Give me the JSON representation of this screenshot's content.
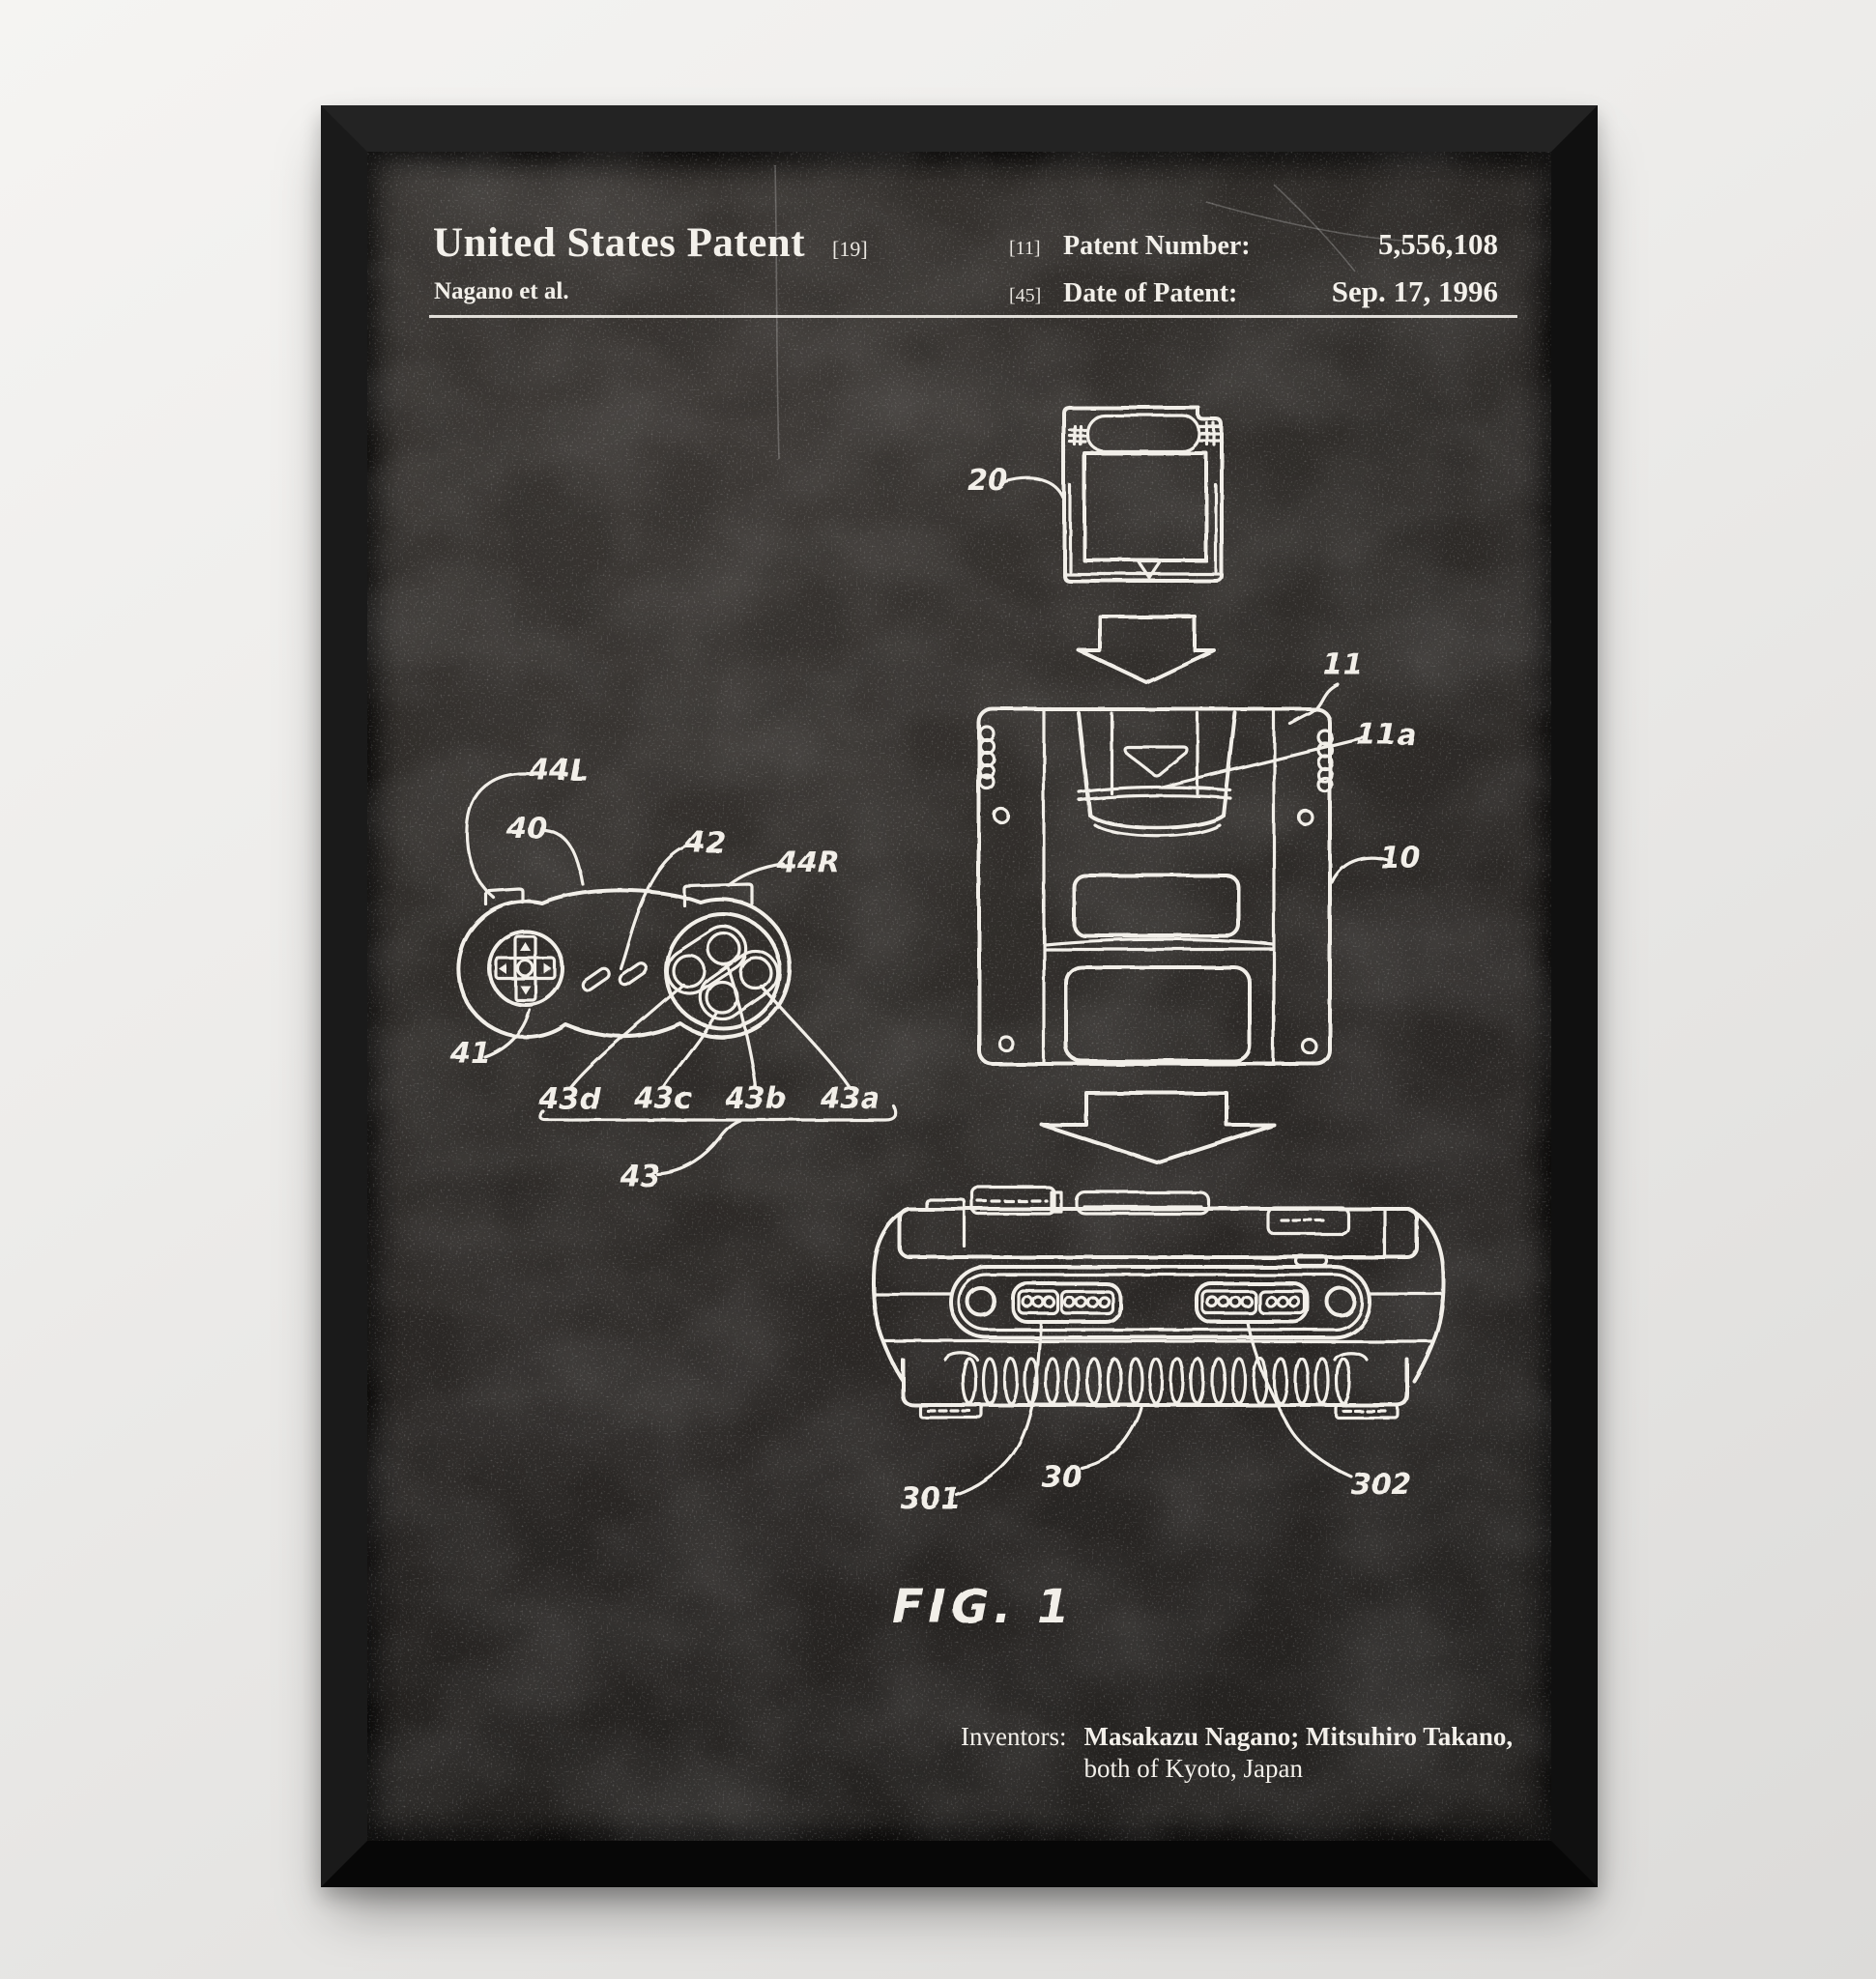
{
  "colors": {
    "chalk": "#f2efe9",
    "poster_background": "#2e2b28",
    "frame": "#141414",
    "wall": "#ebeae8"
  },
  "poster": {
    "header": {
      "title": "United States Patent",
      "title_code": "[19]",
      "assignee": "Nagano et al.",
      "patent_number_code": "[11]",
      "patent_number_label": "Patent Number:",
      "patent_number": "5,556,108",
      "date_code": "[45]",
      "date_label": "Date of Patent:",
      "date_value": "Sep. 17, 1996"
    },
    "figure": {
      "caption": "FIG. 1",
      "ref_labels": {
        "cartridge": "20",
        "adapter": "11",
        "adapter_slot": "11a",
        "adapter_body": "10",
        "shoulder_left": "44L",
        "controller_body": "40",
        "select_start": "42",
        "shoulder_right": "44R",
        "dpad": "41",
        "button_d": "43d",
        "button_c": "43c",
        "button_b": "43b",
        "button_a": "43a",
        "buttons_group": "43",
        "port_left": "301",
        "console": "30",
        "port_right": "302"
      }
    },
    "footer": {
      "inventors_label": "Inventors:",
      "inventors_names": "Masakazu Nagano; Mitsuhiro Takano,",
      "inventors_location": "both of Kyoto, Japan"
    }
  }
}
